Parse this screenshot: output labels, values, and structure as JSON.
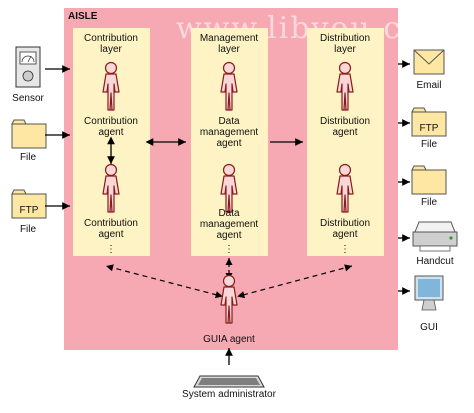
{
  "watermark": "www.libyou.com",
  "container_title": "AISLE",
  "layers": [
    {
      "title": "Contribution layer",
      "agent": "Contribution agent"
    },
    {
      "title": "Management layer",
      "agent": "Data management agent"
    },
    {
      "title": "Distribution layer",
      "agent": "Distribution agent"
    }
  ],
  "inputs": {
    "sensor": "Sensor",
    "file": "File",
    "ftp": "FTP",
    "ftp_file": "File"
  },
  "outputs": {
    "email": "Email",
    "ftp": "FTP",
    "ftp_file": "File",
    "file": "File",
    "handcut": "Handcut",
    "gui": "GUI"
  },
  "guia": "GUIA agent",
  "admin": "System administrator",
  "dots": "⋮",
  "colors": {
    "aisle_bg": "#f6a9b3",
    "layer_bg": "#fdf3c4",
    "person_fill": "#f9d7d7",
    "person_stroke": "#8a1b1b",
    "folder": "#fde7a3"
  }
}
